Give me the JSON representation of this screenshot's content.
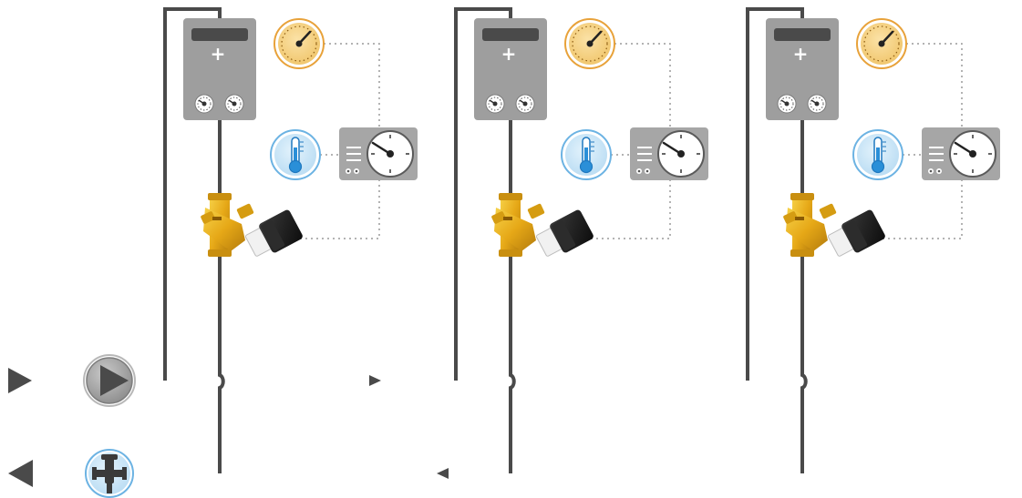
{
  "colors": {
    "pipe": "#4a4a4a",
    "unit_body": "#9e9e9e",
    "controller_body": "#a6a6a6",
    "gauge_face": "#f6d48e",
    "gauge_ring": "#e8a23a",
    "thermo_face": "#cfe8f7",
    "thermo_fluid": "#2a8fd8",
    "valve_brass": "#e6b019",
    "actuator_black": "#1a1a1a",
    "pump_face": "#9a9a9a",
    "dotted_signal": "#9a9a9a"
  },
  "diagram": {
    "flow_direction_supply": "right",
    "flow_direction_return": "left",
    "pump_icon": "circulation-pump-icon",
    "balancing_valve_icon": "balancing-valve-icon",
    "zones": [
      {
        "id": "zone-1",
        "unit_icon": "heating-unit-icon",
        "gauge_icon": "pressure-gauge-icon",
        "sensor_icon": "thermometer-icon",
        "controller_icon": "controller-icon",
        "valve_icon": "control-valve-icon",
        "actuator_icon": "valve-actuator-icon"
      },
      {
        "id": "zone-2",
        "unit_icon": "heating-unit-icon",
        "gauge_icon": "pressure-gauge-icon",
        "sensor_icon": "thermometer-icon",
        "controller_icon": "controller-icon",
        "valve_icon": "control-valve-icon",
        "actuator_icon": "valve-actuator-icon"
      },
      {
        "id": "zone-3",
        "unit_icon": "heating-unit-icon",
        "gauge_icon": "pressure-gauge-icon",
        "sensor_icon": "thermometer-icon",
        "controller_icon": "controller-icon",
        "valve_icon": "control-valve-icon",
        "actuator_icon": "valve-actuator-icon"
      }
    ]
  }
}
